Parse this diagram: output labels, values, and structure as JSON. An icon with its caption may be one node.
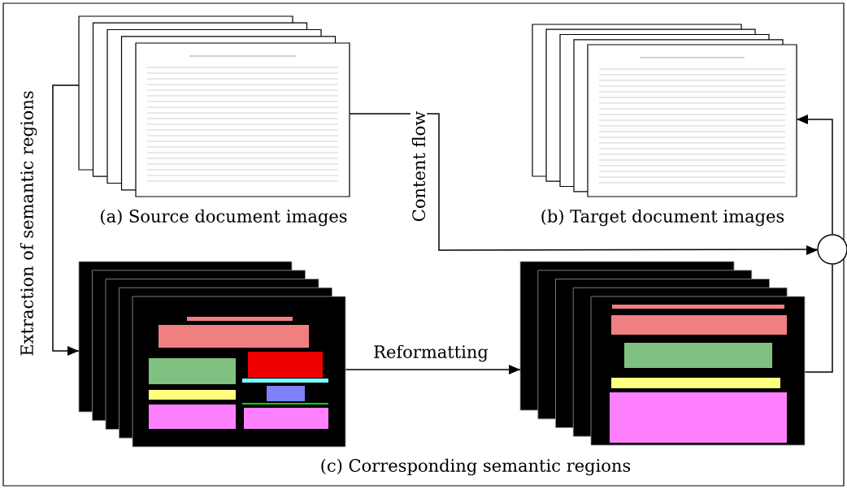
{
  "diagram": {
    "nodes": [
      {
        "text": [],
        "shape": "picture",
        "beside": [
          "(a) Source document images"
        ]
      },
      {
        "text": [],
        "shape": "picture",
        "beside": [
          "(b) Target document images"
        ]
      },
      {
        "text": [],
        "shape": "picture"
      },
      {
        "text": [],
        "shape": "picture"
      },
      {
        "text": [],
        "shape": "circle"
      }
    ],
    "edges": [
      {
        "from": 0,
        "to": 2,
        "arrow": "to",
        "label": "Extraction of semantic regions"
      },
      {
        "from": 2,
        "to": 3,
        "arrow": "to",
        "label": "Reformatting"
      },
      {
        "from": 0,
        "to": 4,
        "arrow": "to",
        "label": "Content flow"
      },
      {
        "from": 3,
        "to": 4,
        "arrow": "none"
      },
      {
        "from": 4,
        "to": 1,
        "arrow": "to"
      }
    ],
    "labels": [
      "(c) Corresponding semantic regions"
    ]
  }
}
